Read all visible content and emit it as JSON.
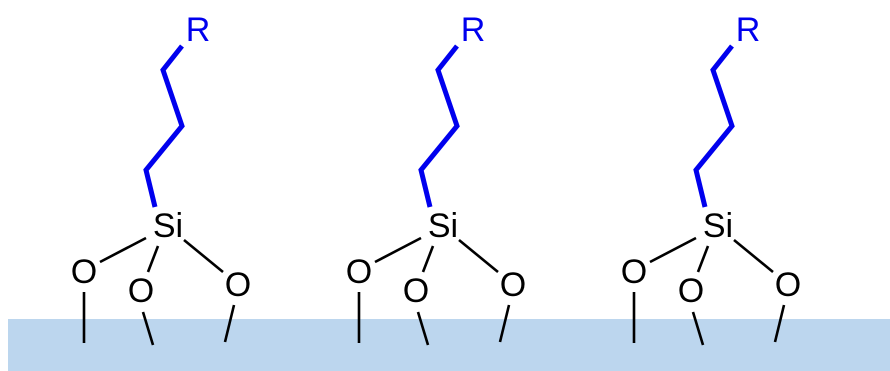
{
  "colors": {
    "substrate": "#bcd6ee",
    "chain": "#0000ee",
    "black": "#000000",
    "background": "#ffffff"
  },
  "molecules": [
    {
      "r_label": "R",
      "si_label": "Si",
      "o_labels": [
        "O",
        "O",
        "O"
      ]
    },
    {
      "r_label": "R",
      "si_label": "Si",
      "o_labels": [
        "O",
        "O",
        "O"
      ]
    },
    {
      "r_label": "R",
      "si_label": "Si",
      "o_labels": [
        "O",
        "O",
        "O"
      ]
    }
  ]
}
